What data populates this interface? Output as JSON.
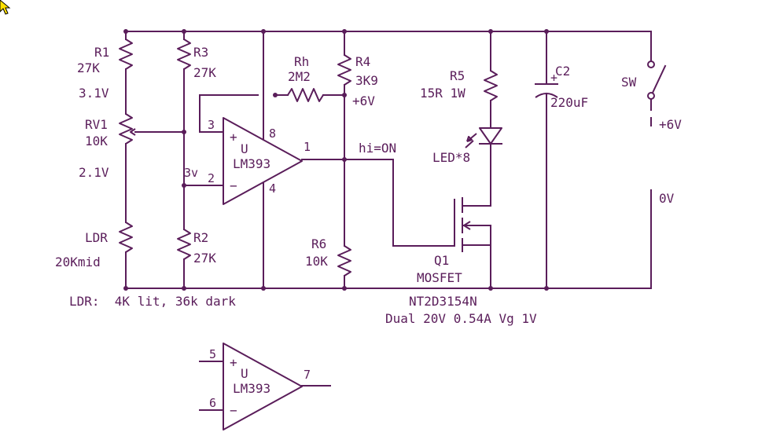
{
  "colors": {
    "ink": "#5a1d5a",
    "background": "#ffffff",
    "cursor": "#ffe000"
  },
  "icons": {
    "cursor": "arrow-cursor-icon"
  },
  "components": {
    "r1": {
      "ref": "R1",
      "value": "27K",
      "node_voltage": "3.1V"
    },
    "rv1": {
      "ref": "RV1",
      "value": "10K",
      "node_voltage": "2.1V"
    },
    "ldr": {
      "ref": "LDR",
      "value": "20Kmid"
    },
    "r3": {
      "ref": "R3",
      "value": "27K"
    },
    "r2": {
      "ref": "R2",
      "value": "27K"
    },
    "rh": {
      "ref": "Rh",
      "value": "2M2"
    },
    "r4": {
      "ref": "R4",
      "value": "3K9"
    },
    "r6": {
      "ref": "R6",
      "value": "10K"
    },
    "r5": {
      "ref": "R5",
      "value": "15R 1W"
    },
    "led": {
      "ref": "LED*8"
    },
    "c2": {
      "ref": "C2",
      "value": "220uF",
      "polarity": "+"
    },
    "sw": {
      "ref": "SW"
    },
    "q1": {
      "ref": "Q1",
      "type": "MOSFET"
    },
    "u1": {
      "unit": "U",
      "part": "LM393",
      "plus": "+",
      "minus": "−",
      "pin_plus": "3",
      "pin_minus": "2",
      "pin_vcc": "8",
      "pin_gnd": "4",
      "pin_out": "1",
      "minus_voltage": "3v"
    },
    "u2": {
      "unit": "U",
      "part": "LM393",
      "plus": "+",
      "minus": "−",
      "pin_plus": "5",
      "pin_minus": "6",
      "pin_out": "7"
    }
  },
  "nets": {
    "supply_r4": "+6V",
    "supply_sw": "+6V",
    "ground": "0V",
    "output": "hi=ON"
  },
  "notes": {
    "ldr_range": "LDR:  4K lit, 36k dark",
    "mosfet_part": "NT2D3154N",
    "mosfet_spec": "Dual 20V 0.54A Vg 1V"
  }
}
